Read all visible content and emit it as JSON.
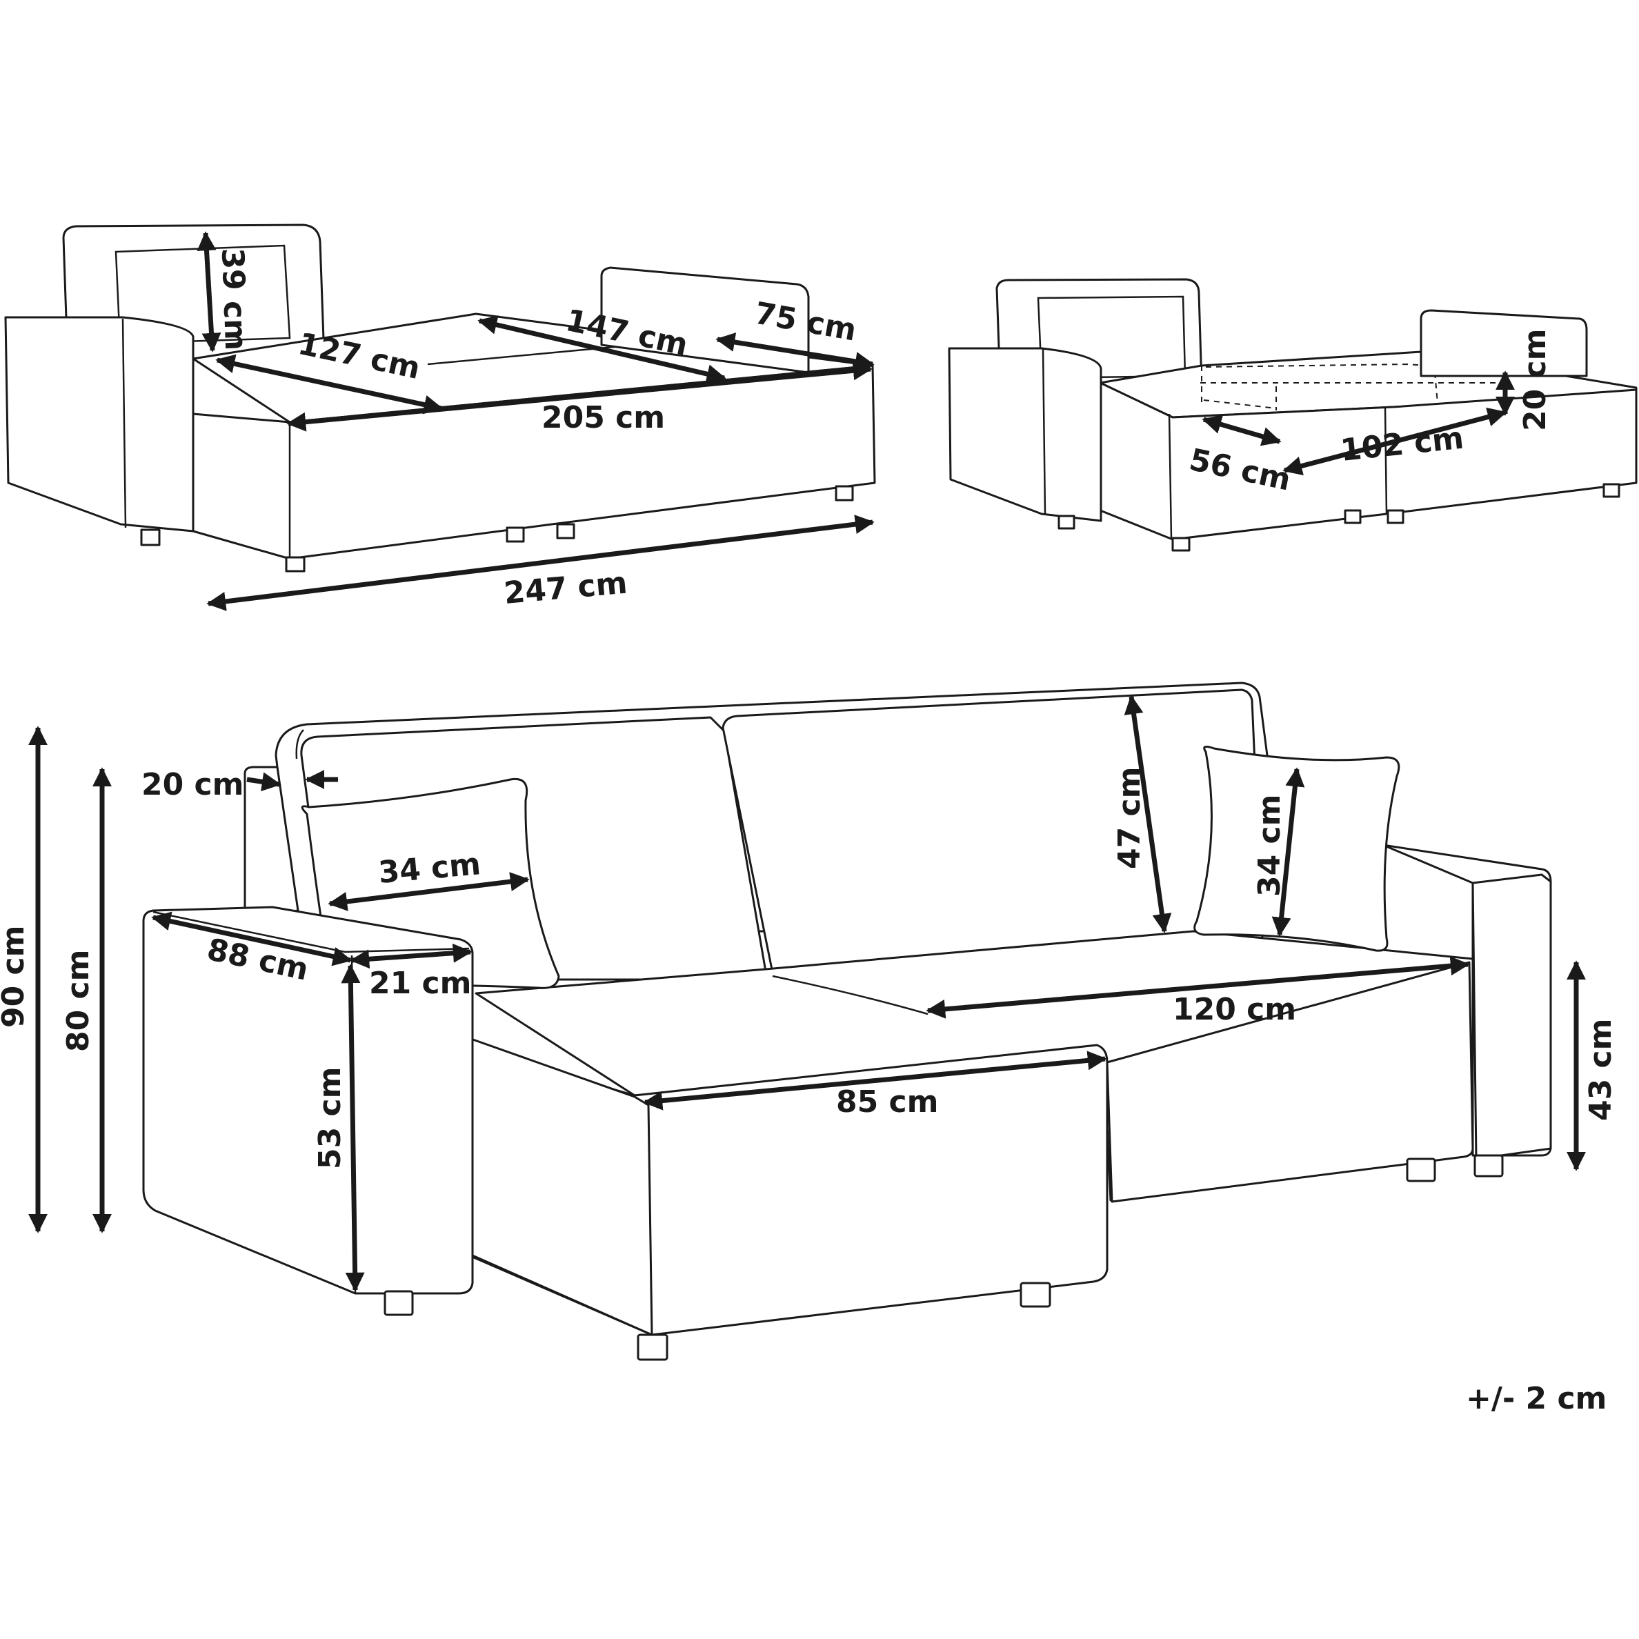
{
  "views": {
    "top_left": {
      "backrest_height": "39 cm",
      "seat_depth": "127 cm",
      "chaise_length": "147 cm",
      "armrest_length": "75 cm",
      "inner_width": "205 cm",
      "total_width": "247 cm"
    },
    "top_right": {
      "storage_depth": "56 cm",
      "storage_width": "102 cm",
      "storage_height": "20 cm"
    },
    "main": {
      "total_height": "90 cm",
      "back_height": "80 cm",
      "back_cushion_thickness": "20 cm",
      "pillow_width": "34 cm",
      "pillow_height": "34 cm",
      "back_cushion_height": "47 cm",
      "armrest_depth": "88 cm",
      "armrest_width": "21 cm",
      "armrest_height": "53 cm",
      "chaise_width": "85 cm",
      "seat_width": "120 cm",
      "seat_height": "43 cm"
    }
  },
  "tolerance": "+/- 2 cm"
}
